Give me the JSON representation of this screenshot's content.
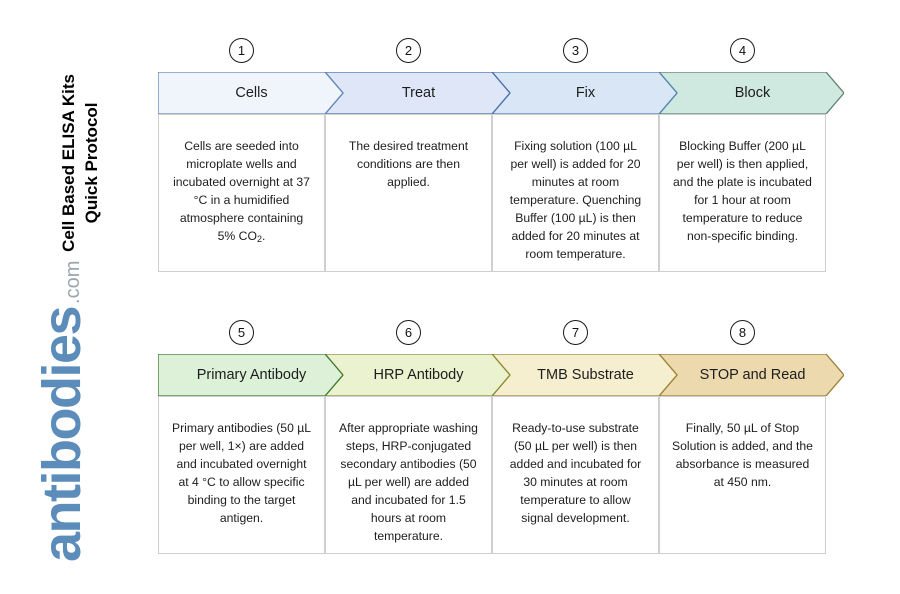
{
  "title": {
    "line1": "Cell Based ELISA Kits",
    "line2": "Quick Protocol"
  },
  "logo": {
    "name": "antibodies",
    "suffix": ".com",
    "color": "#5b8cba",
    "suffix_color": "#9aa6ae"
  },
  "rows": [
    {
      "row_index": 1,
      "steps": [
        {
          "number": "1",
          "label": "Cells",
          "fill": "#f0f5fb",
          "stroke": "#5f86b5",
          "description": "Cells are seeded into microplate wells and incubated overnight at 37 °C in a humidified atmosphere containing 5% CO₂."
        },
        {
          "number": "2",
          "label": "Treat",
          "fill": "#dee6f7",
          "stroke": "#4a6fa8",
          "description": "The desired treatment conditions are then applied."
        },
        {
          "number": "3",
          "label": "Fix",
          "fill": "#d8e6f5",
          "stroke": "#5081b0",
          "description": "Fixing solution (100 µL per well) is added for 20 minutes at room temperature. Quenching Buffer (100 µL) is then added for 20 minutes at room temperature."
        },
        {
          "number": "4",
          "label": "Block",
          "fill": "#cfe9e0",
          "stroke": "#5f7f6e",
          "description": "Blocking Buffer (200 µL per well) is then applied, and the plate is incubated for 1 hour at room temperature to reduce non-specific binding."
        }
      ]
    },
    {
      "row_index": 2,
      "steps": [
        {
          "number": "5",
          "label": "Primary Antibody",
          "fill": "#ddf0d8",
          "stroke": "#3f7a32",
          "description": "Primary antibodies (50 µL per well, 1×) are added and incubated overnight at 4 °C to allow specific binding to the target antigen."
        },
        {
          "number": "6",
          "label": "HRP Antibody",
          "fill": "#eaf2cf",
          "stroke": "#8d8a2e",
          "description": "After appropriate washing steps, HRP-conjugated secondary antibodies (50 µL per well) are added and incubated for 1.5 hours at room temperature."
        },
        {
          "number": "7",
          "label": "TMB Substrate",
          "fill": "#f5efd0",
          "stroke": "#9a8232",
          "description": "Ready-to-use substrate (50 µL per well) is then added and incubated for 30 minutes at room temperature to allow signal development."
        },
        {
          "number": "8",
          "label": "STOP and Read",
          "fill": "#ecd9ae",
          "stroke": "#9a7f33",
          "description": "Finally, 50 µL of Stop Solution is added, and the absorbance is measured at 450 nm."
        }
      ]
    }
  ]
}
